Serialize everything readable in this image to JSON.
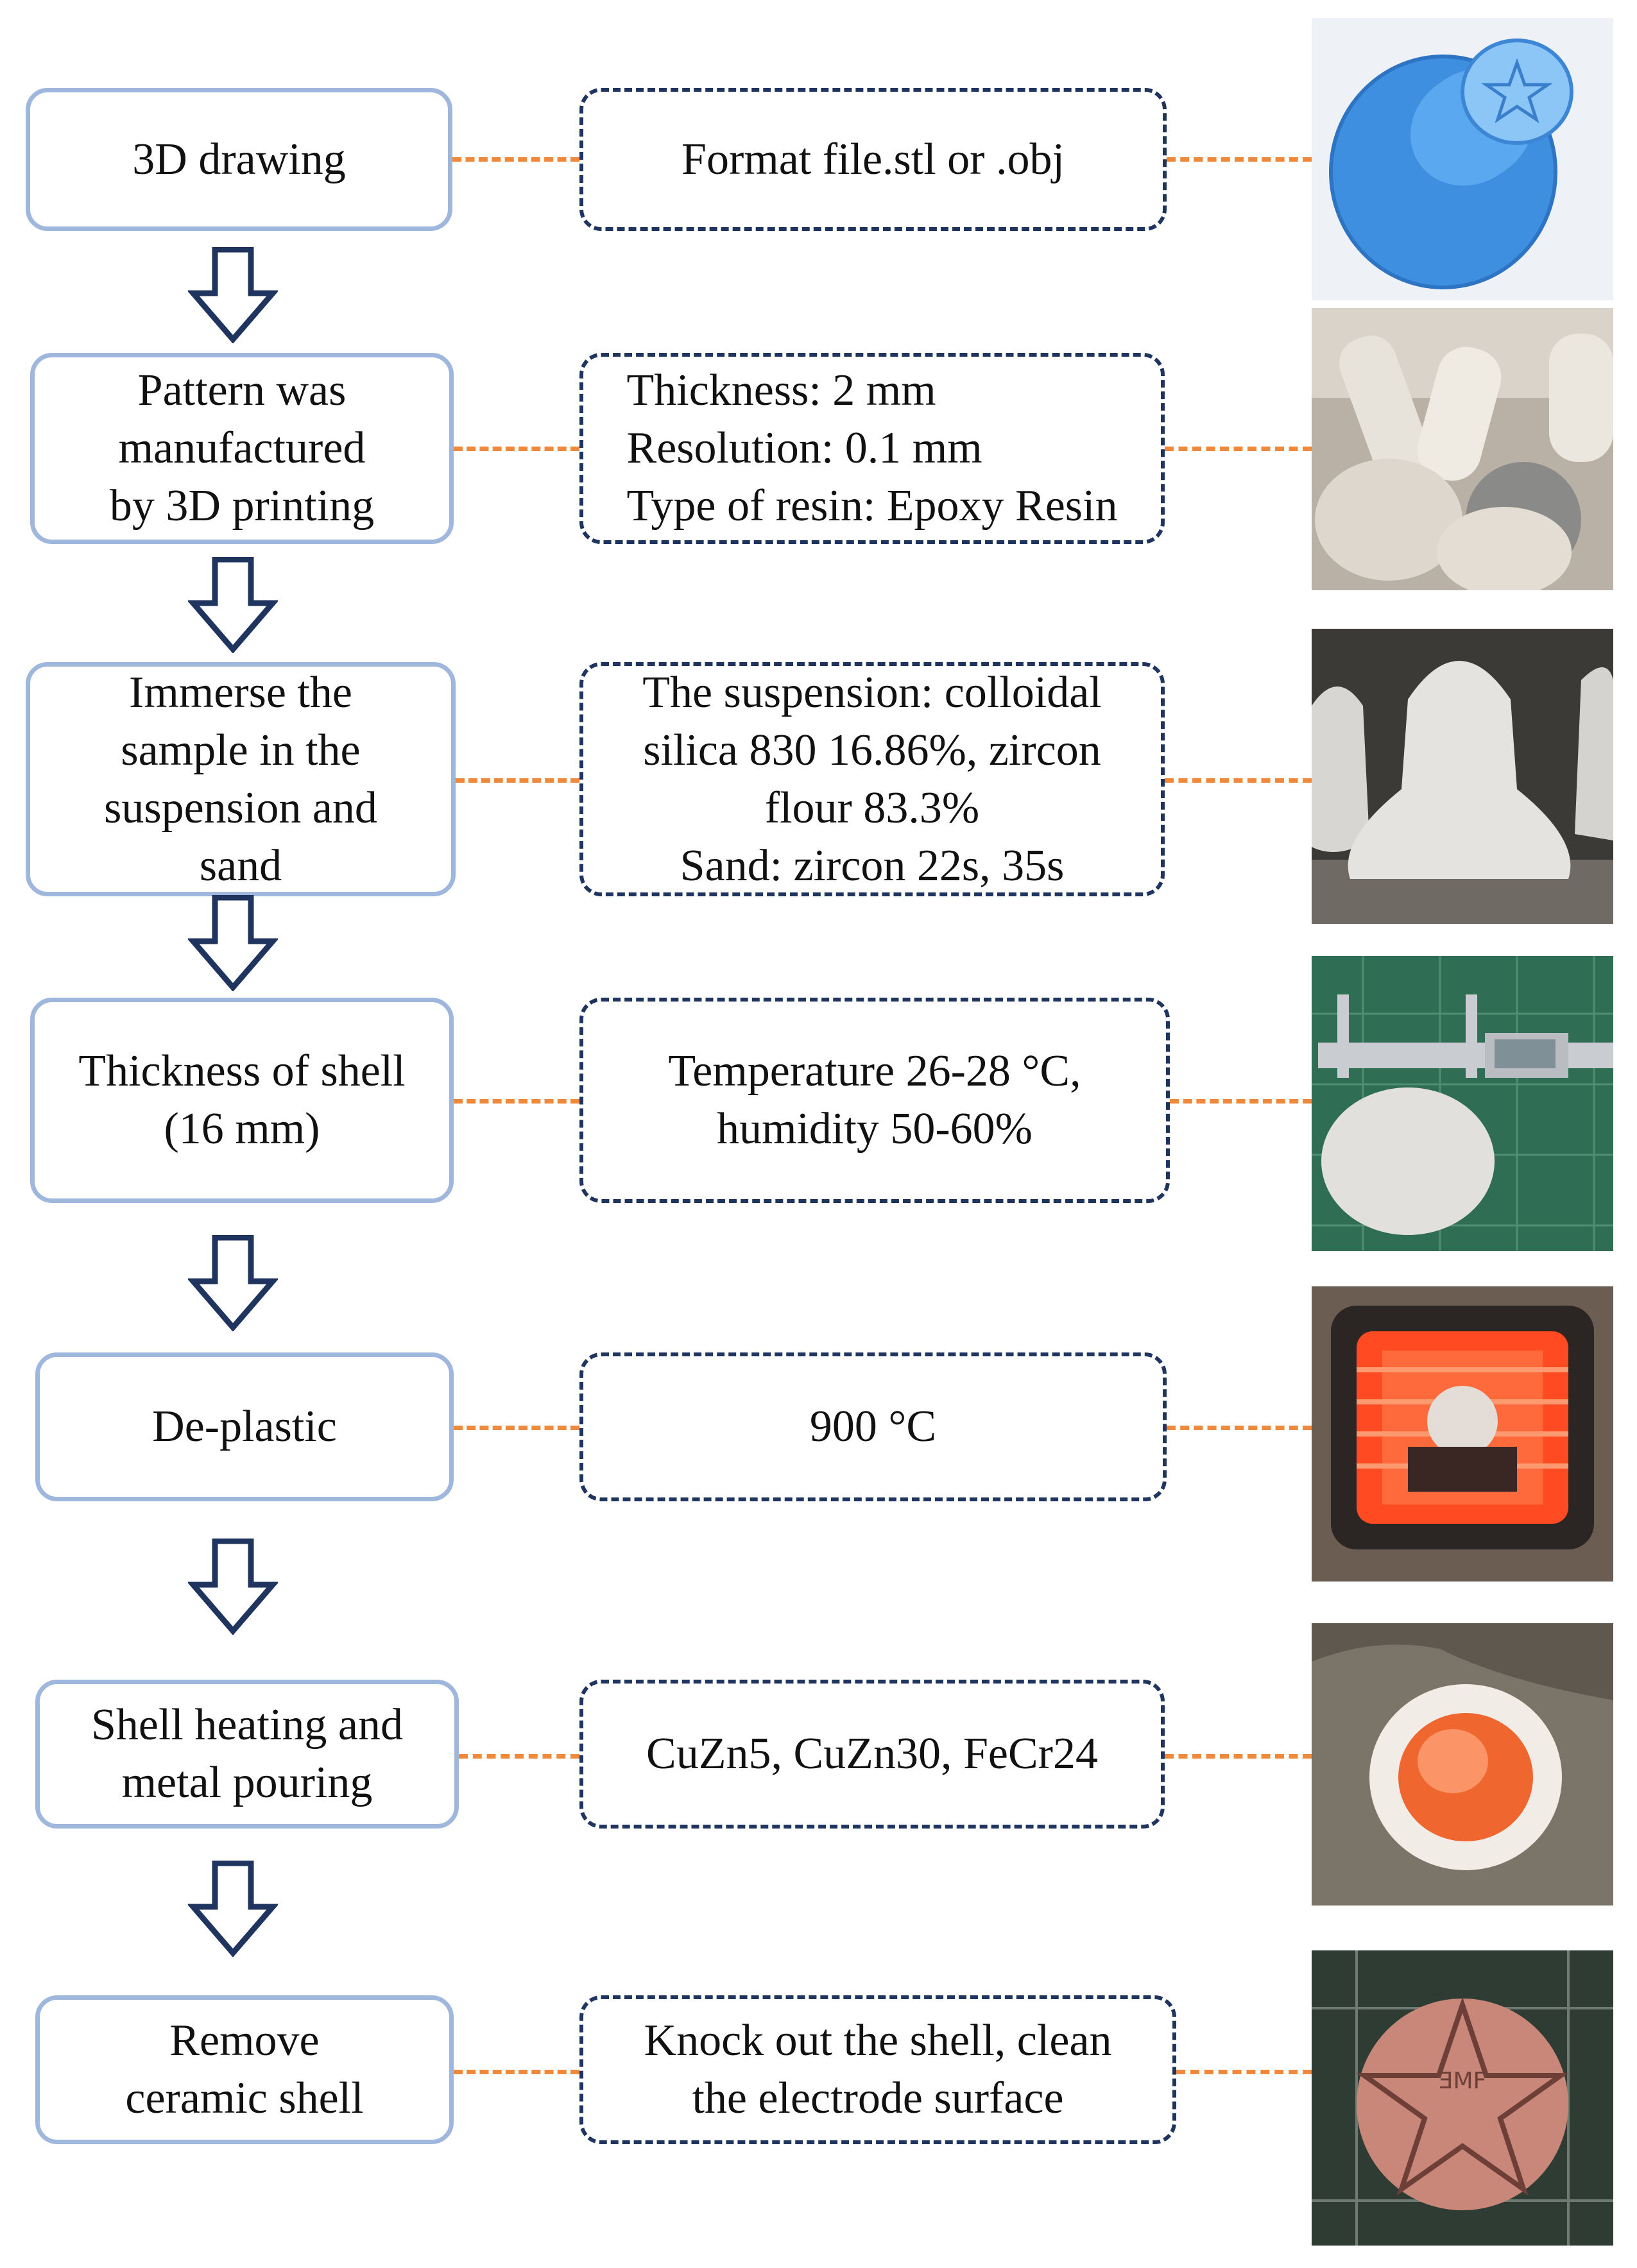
{
  "steps": [
    {
      "lines": [
        "3D drawing"
      ]
    },
    {
      "lines": [
        "Pattern was",
        "manufactured",
        "by 3D printing"
      ]
    },
    {
      "lines": [
        "Immerse the",
        "sample in the",
        "suspension and",
        "sand"
      ]
    },
    {
      "lines": [
        "Thickness of shell",
        "(16 mm)"
      ]
    },
    {
      "lines": [
        "De-plastic"
      ]
    },
    {
      "lines": [
        "Shell heating and",
        "metal pouring"
      ]
    },
    {
      "lines": [
        "Remove",
        "ceramic shell"
      ]
    }
  ],
  "params": [
    {
      "lines": [
        "Format file.stl  or  .obj"
      ],
      "align": "center"
    },
    {
      "lines": [
        "Thickness: 2 mm",
        "Resolution:  0.1 mm",
        "Type of resin:  Epoxy Resin"
      ],
      "align": "left"
    },
    {
      "lines": [
        "The suspension:  colloidal",
        "silica  830  16.86%,  zircon",
        "flour  83.3%",
        "Sand:  zircon  22s,  35s"
      ],
      "align": "center"
    },
    {
      "lines": [
        "Temperature 26-28 °C,",
        "humidity   50-60%"
      ],
      "align": "center"
    },
    {
      "lines": [
        "900 °C"
      ],
      "align": "center"
    },
    {
      "lines": [
        "CuZn5,  CuZn30,  FeCr24"
      ],
      "align": "center"
    },
    {
      "lines": [
        "Knock out the shell,  clean",
        "the electrode surface"
      ],
      "align": "center"
    }
  ],
  "photos": [
    {
      "icon": "blue-cad-model-image"
    },
    {
      "icon": "printed-resin-patterns-image"
    },
    {
      "icon": "coated-ceramic-shell-image"
    },
    {
      "icon": "caliper-measuring-shell-image"
    },
    {
      "icon": "furnace-de-plastic-image"
    },
    {
      "icon": "molten-metal-pouring-image"
    },
    {
      "icon": "finished-copper-electrode-image"
    }
  ],
  "colors": {
    "step_border": "#9fb7dd",
    "param_border": "#1f3560",
    "connector": "#ef8a3c",
    "arrow": "#1f3560"
  }
}
